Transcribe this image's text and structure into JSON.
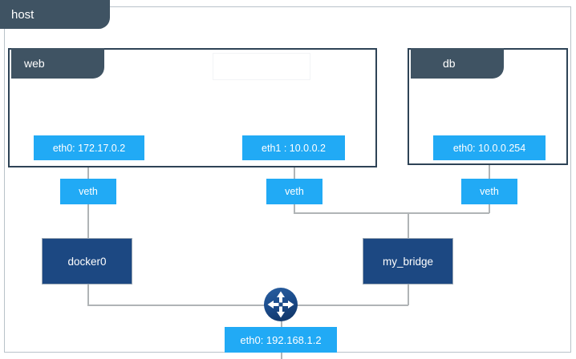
{
  "diagram": {
    "title": "docker-host-network-namespaces",
    "type": "network-topology"
  },
  "host": {
    "tab_label": "host"
  },
  "namespaces": [
    {
      "id": "web",
      "tab_label": "web"
    },
    {
      "id": "db",
      "tab_label": "db"
    }
  ],
  "interfaces": {
    "web_eth0": "eth0: 172.17.0.2",
    "web_eth1": "eth1 : 10.0.0.2",
    "db_eth0": "eth0: 10.0.0.254",
    "host_eth0": "eth0: 192.168.1.2"
  },
  "veth_pairs": {
    "veth_a": "veth",
    "veth_b": "veth",
    "veth_c": "veth"
  },
  "bridges": {
    "docker0": "docker0",
    "my_bridge": "my_bridge"
  },
  "icons": {
    "router": "router-icon"
  },
  "colors": {
    "tab_dark": "#3f5363",
    "container_border": "#2e4356",
    "chip_blue": "#21aaf5",
    "bridge_navy": "#1c4882",
    "line_gray": "#b0b4b6",
    "frame_border": "#b9c2c9",
    "page_background": "#f0f0f0"
  }
}
